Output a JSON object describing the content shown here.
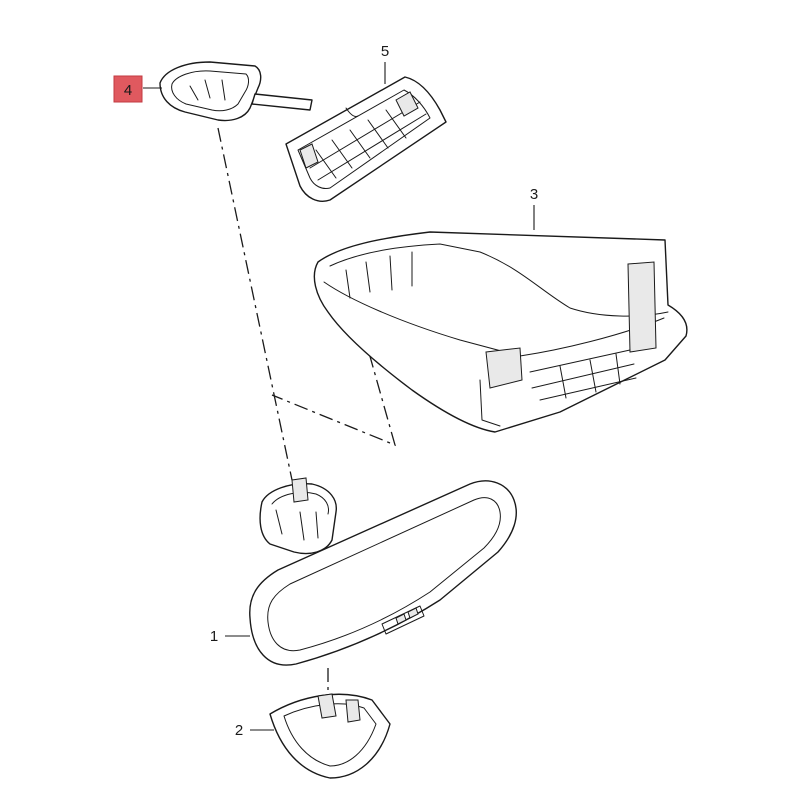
{
  "callouts": {
    "p1": "1",
    "p2": "2",
    "p3": "3",
    "p4": "4",
    "p5": "5"
  },
  "highlighted_callout": "4",
  "colors": {
    "highlight": "#e0595f",
    "line": "#1a1a1a",
    "background": "#ffffff"
  }
}
